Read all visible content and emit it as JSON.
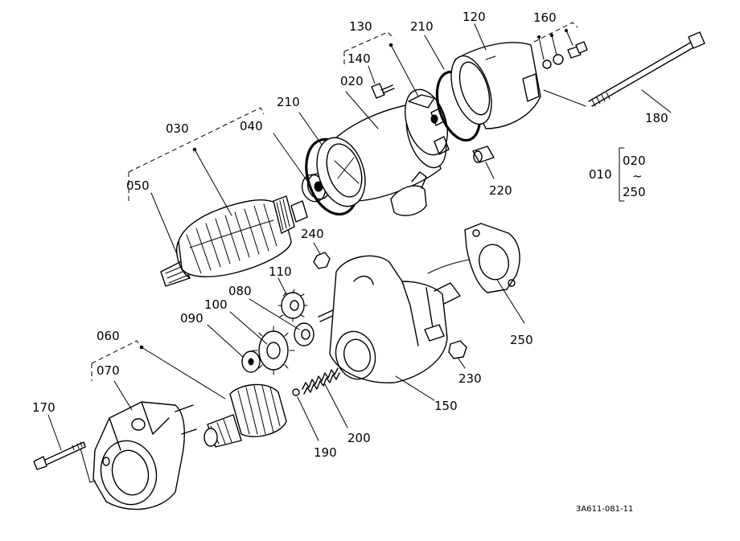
{
  "diagram": {
    "labels": {
      "p010": "010",
      "p020": "020",
      "p020b": "020",
      "p030": "030",
      "p040": "040",
      "p050": "050",
      "p060": "060",
      "p070": "070",
      "p080": "080",
      "p090": "090",
      "p100": "100",
      "p110": "110",
      "p120": "120",
      "p130": "130",
      "p140": "140",
      "p150": "150",
      "p160": "160",
      "p170": "170",
      "p180": "180",
      "p190": "190",
      "p200": "200",
      "p210a": "210",
      "p210b": "210",
      "p220": "220",
      "p230": "230",
      "p240": "240",
      "p250": "250",
      "p250b": "250",
      "range_tilde": "~"
    },
    "drawing_code": "3A611-081-11"
  }
}
